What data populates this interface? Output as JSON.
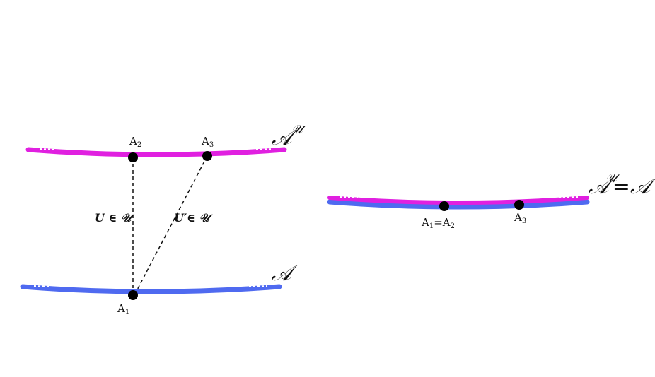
{
  "colors": {
    "orbit": "#e020e0",
    "base": "#4f6af0",
    "point": "#000000",
    "dashes": "#ffffff",
    "connector": "#111111"
  },
  "left_figure": {
    "orbit_label": {
      "main": "𝒜",
      "sup": "𝒰"
    },
    "base_label": {
      "main": "𝒜"
    },
    "points": {
      "a2": {
        "main": "A",
        "sub": "2"
      },
      "a3": {
        "main": "A",
        "sub": "3"
      },
      "a1": {
        "main": "A",
        "sub": "1"
      }
    },
    "maps": {
      "u": "U ∈ 𝒰",
      "u_prime": "U′∈ 𝒰"
    }
  },
  "right_figure": {
    "equality_label": {
      "lhs": "𝒜",
      "sup": "𝒰",
      "eq": "=",
      "rhs": "𝒜"
    },
    "points": {
      "a1a2": {
        "p1": "A",
        "s1": "1",
        "eq": "=",
        "p2": "A",
        "s2": "2"
      },
      "a3": {
        "main": "A",
        "sub": "3"
      }
    }
  }
}
